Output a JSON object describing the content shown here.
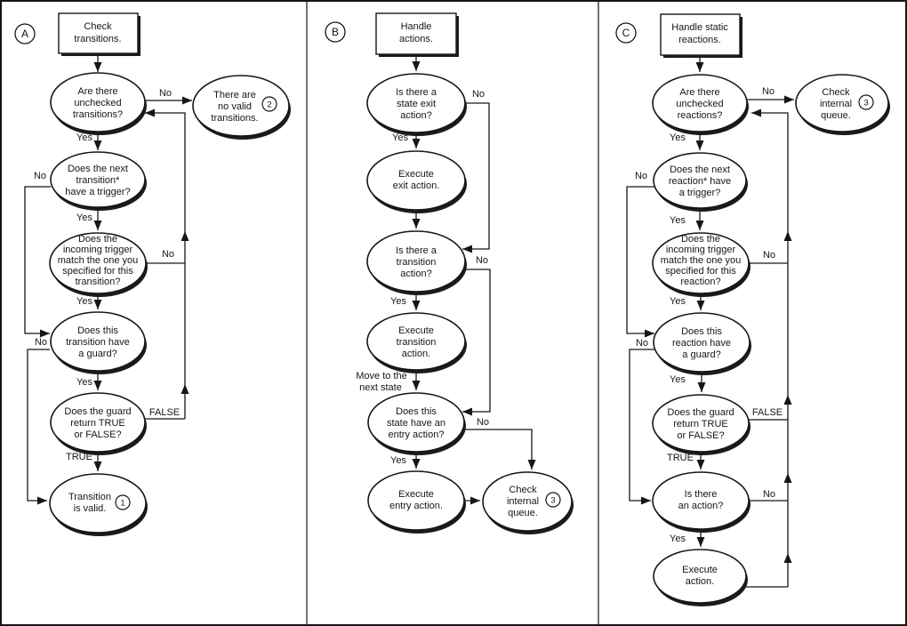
{
  "colors": {
    "ink": "#161616",
    "paper": "#ffffff",
    "shadow": "#1b1b1b"
  },
  "labels": {
    "yes": "Yes",
    "no": "No",
    "true_": "TRUE",
    "false_": "FALSE"
  },
  "panel_a": {
    "badge": "A",
    "box": {
      "l1": "Check",
      "l2": "transitions."
    },
    "unchecked": {
      "l1": "Are there",
      "l2": "unchecked",
      "l3": "transitions?"
    },
    "no_valid": {
      "l1": "There are",
      "l2": "no valid",
      "l3": "transitions.",
      "num": "2"
    },
    "trigger": {
      "l1": "Does the next",
      "l2": "transition*",
      "l3": "have a trigger?"
    },
    "match": {
      "l1": "Does the",
      "l2": "incoming trigger",
      "l3": "match the one you",
      "l4": "specified for this",
      "l5": "transition?"
    },
    "guard": {
      "l1": "Does this",
      "l2": "transition have",
      "l3": "a guard?"
    },
    "guard_ret": {
      "l1": "Does the guard",
      "l2": "return TRUE",
      "l3": "or FALSE?"
    },
    "valid": {
      "l1": "Transition",
      "l2": "is valid.",
      "num": "1"
    }
  },
  "panel_b": {
    "badge": "B",
    "box": {
      "l1": "Handle",
      "l2": "actions."
    },
    "exit_q": {
      "l1": "Is there a",
      "l2": "state exit",
      "l3": "action?"
    },
    "exec_exit": {
      "l1": "Execute",
      "l2": "exit action."
    },
    "trans_q": {
      "l1": "Is there a",
      "l2": "transition",
      "l3": "action?"
    },
    "exec_trans": {
      "l1": "Execute",
      "l2": "transition",
      "l3": "action."
    },
    "move_note": {
      "l1": "Move to the",
      "l2": "next state"
    },
    "entry_q": {
      "l1": "Does this",
      "l2": "state have an",
      "l3": "entry action?"
    },
    "exec_entry": {
      "l1": "Execute",
      "l2": "entry action."
    },
    "queue": {
      "l1": "Check",
      "l2": "internal",
      "l3": "queue.",
      "num": "3"
    }
  },
  "panel_c": {
    "badge": "C",
    "box": {
      "l1": "Handle static",
      "l2": "reactions."
    },
    "unchecked": {
      "l1": "Are there",
      "l2": "unchecked",
      "l3": "reactions?"
    },
    "queue": {
      "l1": "Check",
      "l2": "internal",
      "l3": "queue.",
      "num": "3"
    },
    "trigger": {
      "l1": "Does the next",
      "l2": "reaction* have",
      "l3": "a trigger?"
    },
    "match": {
      "l1": "Does the",
      "l2": "incoming trigger",
      "l3": "match the one you",
      "l4": "specified for this",
      "l5": "reaction?"
    },
    "guard": {
      "l1": "Does this",
      "l2": "reaction have",
      "l3": "a guard?"
    },
    "guard_ret": {
      "l1": "Does the guard",
      "l2": "return TRUE",
      "l3": "or FALSE?"
    },
    "action_q": {
      "l1": "Is there",
      "l2": "an action?"
    },
    "exec_action": {
      "l1": "Execute",
      "l2": "action."
    }
  }
}
